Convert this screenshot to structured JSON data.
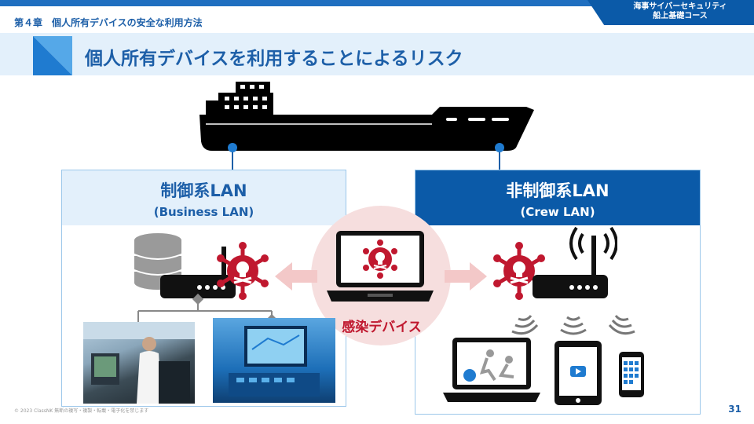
{
  "header": {
    "chapter": "第４章　個人所有デバイスの安全な利用方法",
    "course_line1": "海事サイバーセキュリティ",
    "course_line2": "船上基礎コース",
    "title": "個人所有デバイスを利用することによるリスク"
  },
  "left_panel": {
    "title": "制御系LAN",
    "subtitle": "(Business LAN)"
  },
  "right_panel": {
    "title": "非制御系LAN",
    "subtitle": "(Crew LAN)"
  },
  "center": {
    "label": "感染デバイス"
  },
  "footer": {
    "copyright": "© 2023 ClassNK  無断の複写・複製・転載・電子化を禁じます",
    "page": "31"
  },
  "colors": {
    "brand_blue": "#0b5aa8",
    "light_blue": "#e3f0fb",
    "danger_red": "#c0182f"
  },
  "icons": [
    "ship-icon",
    "database-icon",
    "router-icon",
    "virus-skull-icon",
    "laptop-icon",
    "tablet-icon",
    "smartphone-icon",
    "wifi-antenna-icon",
    "arrow-icon"
  ]
}
